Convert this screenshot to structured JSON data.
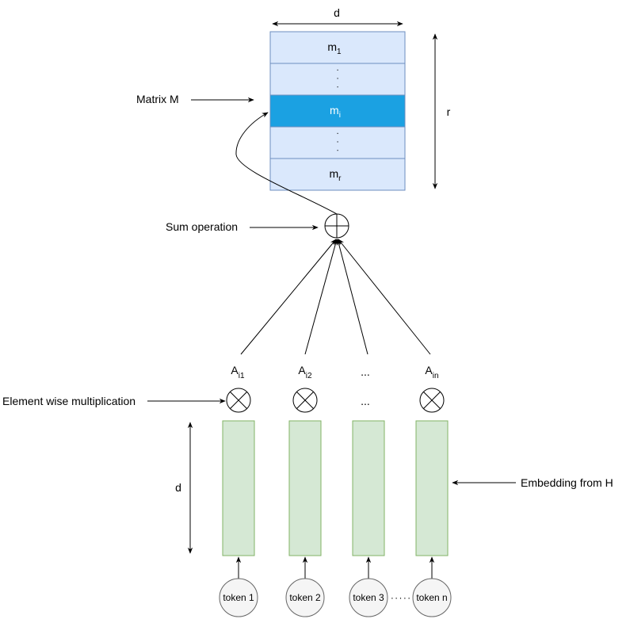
{
  "matrix": {
    "width_label": "d",
    "height_label": "r",
    "rows": [
      {
        "base": "m",
        "sub": "1",
        "dots": ""
      },
      {
        "base": "",
        "sub": "",
        "dots": "· · ·"
      },
      {
        "base": "m",
        "sub": "i",
        "dots": ""
      },
      {
        "base": "",
        "sub": "",
        "dots": "· · ·"
      },
      {
        "base": "m",
        "sub": "r",
        "dots": ""
      }
    ],
    "colors": {
      "row_fill": "#dae8fc",
      "row_stroke": "#6c8ebf",
      "highlight_fill": "#1ba1e2"
    }
  },
  "labels": {
    "matrix_m": "Matrix M",
    "sum_operation": "Sum operation",
    "element_wise": "Element wise multiplication",
    "embedding": "Embedding from H",
    "embedding_dim": "d"
  },
  "weights": [
    {
      "base": "A",
      "sub": "i1"
    },
    {
      "base": "A",
      "sub": "i2"
    },
    {
      "base": "...",
      "sub": ""
    },
    {
      "base": "A",
      "sub": "in"
    }
  ],
  "mult_dots": "...",
  "tokens": [
    "token 1",
    "token 2",
    "token 3",
    "token n"
  ],
  "token_gap_dots": "· · · · ·",
  "colors": {
    "embedding_fill": "#d5e8d4",
    "embedding_stroke": "#82b366",
    "token_fill": "#f5f5f5",
    "token_stroke": "#666666"
  }
}
